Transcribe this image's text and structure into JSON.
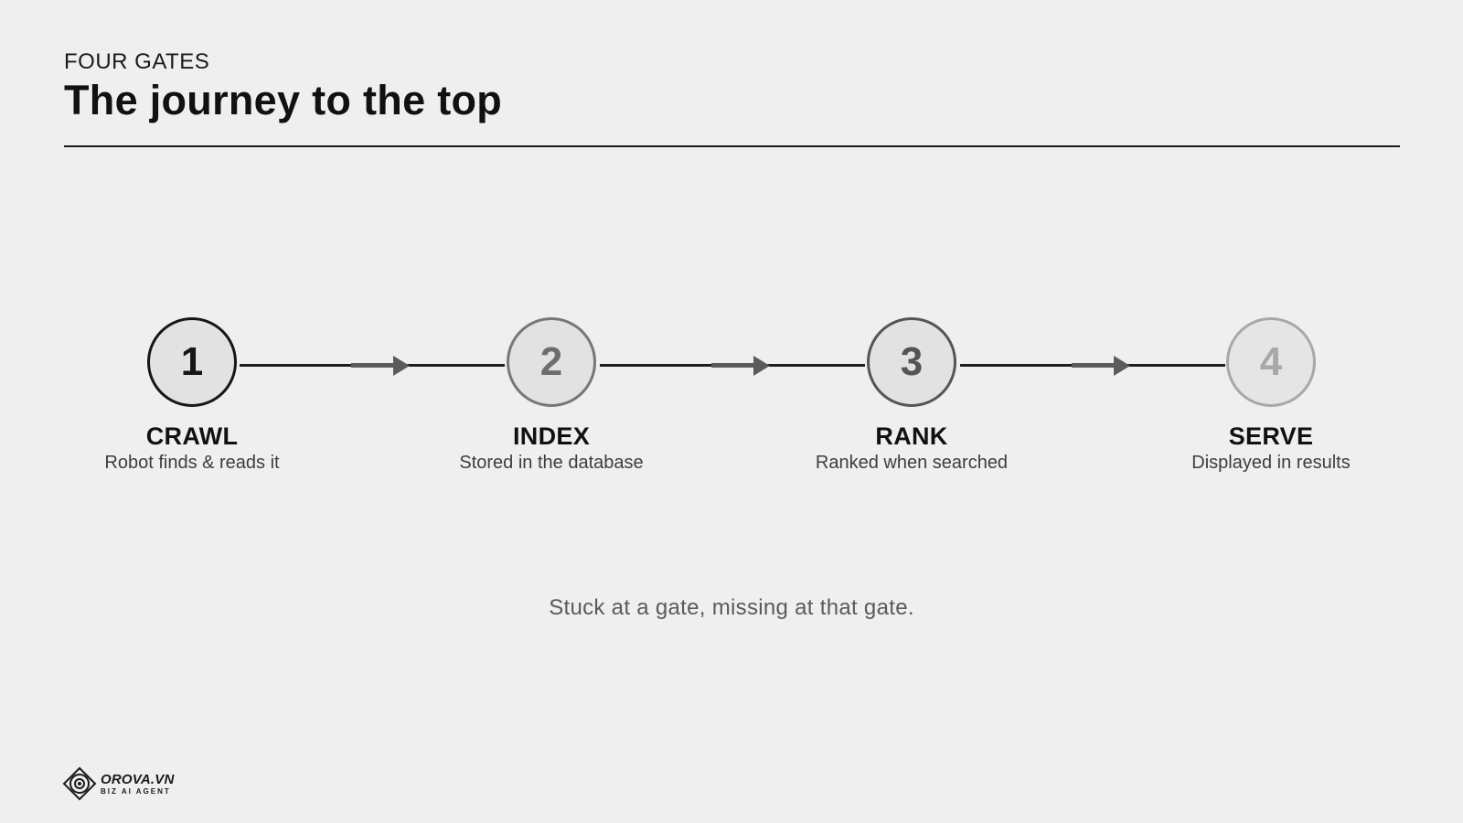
{
  "header": {
    "eyebrow": "FOUR GATES",
    "title": "The journey to the top"
  },
  "steps": [
    {
      "number": "1",
      "label": "CRAWL",
      "description": "Robot finds & reads it"
    },
    {
      "number": "2",
      "label": "INDEX",
      "description": "Stored in the database"
    },
    {
      "number": "3",
      "label": "RANK",
      "description": "Ranked when searched"
    },
    {
      "number": "4",
      "label": "SERVE",
      "description": "Displayed in results"
    }
  ],
  "tagline": "Stuck at a gate, missing at that gate.",
  "logo": {
    "name": "OROVA.VN",
    "subtitle": "BIZ AI AGENT",
    "icon": "orova-logo-icon"
  },
  "colors": {
    "background": "#efefef",
    "text": "#111111",
    "accent_gray": "#5b5b5b"
  }
}
